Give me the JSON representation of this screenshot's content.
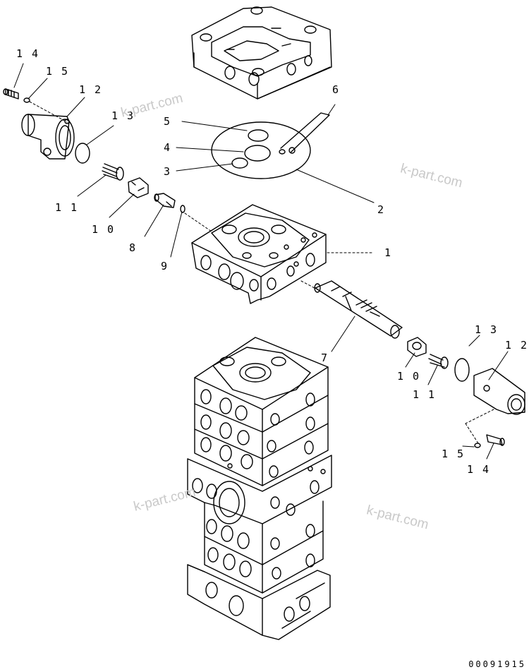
{
  "callouts": {
    "n1": "1",
    "n2": "2",
    "n3": "3",
    "n4": "4",
    "n5": "5",
    "n6": "6",
    "n7": "7",
    "n8": "8",
    "n9": "9",
    "n10_left": "1 0",
    "n10_right": "1 0",
    "n11_left": "1 1",
    "n11_right": "1 1",
    "n12_left": "1 2",
    "n12_right": "1 2",
    "n13_left": "1 3",
    "n13_right": "1 3",
    "n14_left": "1 4",
    "n14_right": "1 4",
    "n15_left": "1 5",
    "n15_right": "1 5"
  },
  "watermarks": {
    "w1": "k-part.com",
    "w2": "k-part.com",
    "w3": "k-part.com",
    "w4": "k-part.com"
  },
  "drawing_code": "00091915"
}
